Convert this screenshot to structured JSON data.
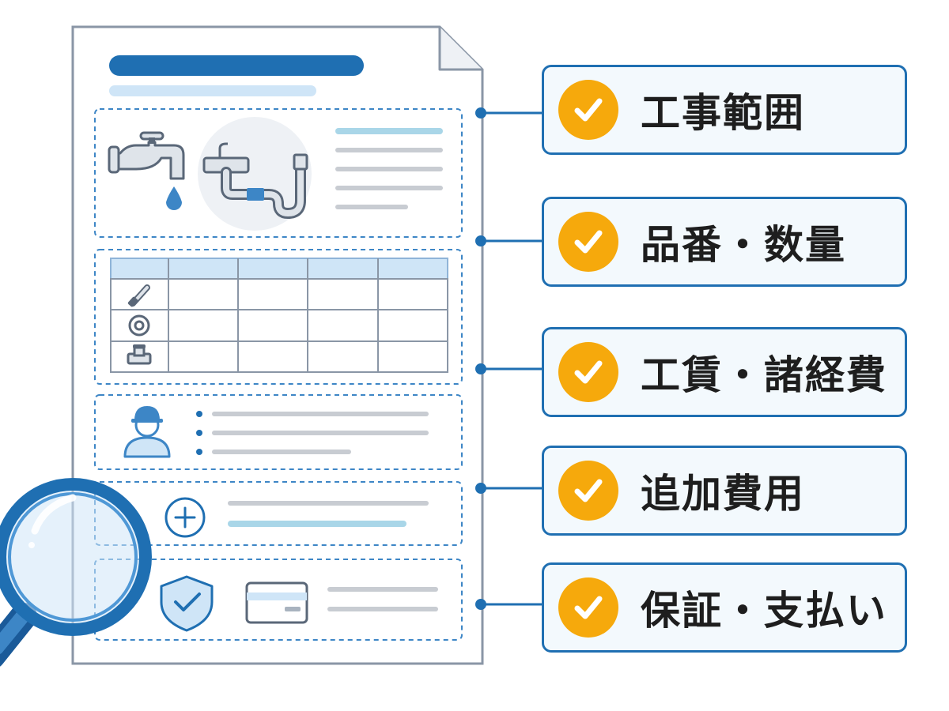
{
  "colors": {
    "brand_blue": "#1f6fb2",
    "light_blue": "#cfe5f7",
    "accent_orange": "#f6a90c",
    "line_gray": "#c8ccd2",
    "paper_border": "#8a96a6"
  },
  "labels": [
    {
      "text": "工事範囲",
      "icon": "check-icon"
    },
    {
      "text": "品番・数量",
      "icon": "check-icon"
    },
    {
      "text": "工賃・諸経費",
      "icon": "check-icon"
    },
    {
      "text": "追加費用",
      "icon": "check-icon"
    },
    {
      "text": "保証・支払い",
      "icon": "check-icon"
    }
  ],
  "document": {
    "icons": [
      "faucet-icon",
      "water-drop-icon",
      "sink-pipe-icon",
      "pipe-fitting-icon",
      "washer-ring-icon",
      "valve-icon",
      "worker-helmet-icon",
      "plus-icon",
      "shield-check-icon",
      "credit-card-icon",
      "magnifier-icon"
    ]
  }
}
